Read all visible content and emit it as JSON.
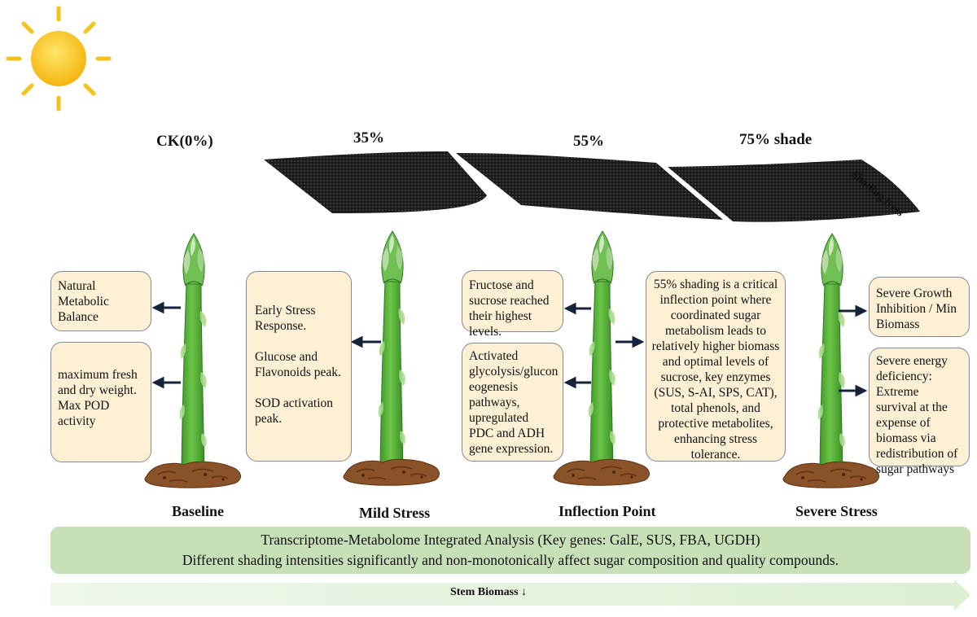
{
  "nets": {
    "label": "Shading Nets",
    "levels": [
      {
        "id": "ck",
        "label": "CK(0%)"
      },
      {
        "id": "s35",
        "label": "35%"
      },
      {
        "id": "s55",
        "label": "55%"
      },
      {
        "id": "s75",
        "label": "75% shade"
      }
    ]
  },
  "stages": [
    {
      "id": "baseline",
      "label": "Baseline"
    },
    {
      "id": "mild",
      "label": "Mild Stress"
    },
    {
      "id": "inflection",
      "label": "Inflection Point"
    },
    {
      "id": "severe",
      "label": "Severe Stress"
    }
  ],
  "boxes": {
    "baseline_top": "Natural Metabolic Balance",
    "baseline_bottom": "maximum fresh and dry weight. Max POD activity",
    "mild": {
      "line1": "Early Stress Response.",
      "line2": "Glucose and Flavonoids peak.",
      "line3": "SOD activation peak."
    },
    "inflection_top": "Fructose and sucrose reached their highest levels.",
    "inflection_bottom": "Activated glycolysis/glucon eogenesis pathways, upregulated PDC and ADH gene expression.",
    "inflection_right": "55% shading is a critical inflection point where coordinated sugar metabolism leads to relatively higher biomass and optimal levels of sucrose, key enzymes (SUS, S-AI, SPS, CAT), total phenols, and protective metabolites, enhancing stress tolerance.",
    "severe_top": "Severe Growth Inhibition / Min Biomass",
    "severe_bottom": "Severe energy deficiency: Extreme survival at the expense of biomass via redistribution of sugar pathways"
  },
  "summary": {
    "line1": "Transcriptome-Metabolome Integrated Analysis (Key genes: GalE, SUS, FBA, UGDH)",
    "line2": "Different shading intensities significantly and non-monotonically affect sugar composition and quality compounds."
  },
  "biomass_arrow": "Stem Biomass ↓",
  "colors": {
    "sun": "#f7c51a",
    "stem": "#5fb83d",
    "box_fill": "#fdf0d4",
    "summary_fill": "#c7e0b8",
    "arrow_fill": "#e4f2de",
    "soil": "#8a5228"
  }
}
